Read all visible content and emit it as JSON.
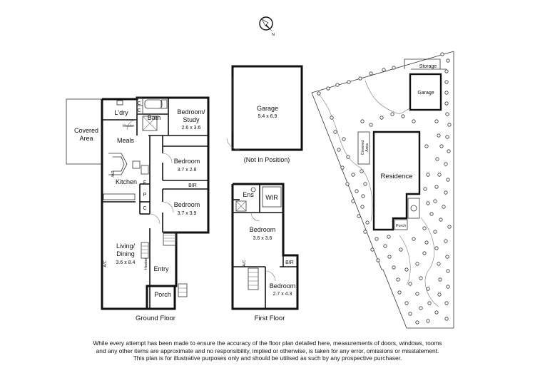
{
  "compass": {
    "north_label": "N",
    "icon": "north-arrow-icon"
  },
  "ground_floor": {
    "title": "Ground Floor",
    "rooms": {
      "laundry": "L'dry",
      "bath": "Bath",
      "bedroom_study_name": "Bedroom/",
      "bedroom_study_name2": "Study",
      "bedroom_study_size": "2.6 x 3.6",
      "heater_top": "Heater",
      "meals": "Meals",
      "covered_area_line1": "Covered",
      "covered_area_line2": "Area",
      "bedroom2_name": "Bedroom",
      "bedroom2_size": "3.7 x 2.8",
      "kitchen": "Kitchen",
      "dw": "DW",
      "bir": "BIR",
      "bedroom3_name": "Bedroom",
      "bedroom3_size": "3.7 x 3.9",
      "living_line1": "Living/",
      "living_line2": "Dining",
      "living_size": "3.6 x 8.4",
      "ac": "A/C",
      "heater_side": "Heater",
      "entry": "Entry",
      "porch": "Porch",
      "cupboard_c": "C",
      "cupboard_f": "F",
      "cupboard_p": "P"
    }
  },
  "garage": {
    "name": "Garage",
    "size": "5.4 x 6.9",
    "note": "(Not In Position)"
  },
  "first_floor": {
    "title": "First Floor",
    "rooms": {
      "ensuite": "Ens",
      "wir": "WIR",
      "bedroom1_name": "Bedroom",
      "bedroom1_size": "3.6 x 3.6",
      "ac": "A/C",
      "bir": "BIR",
      "bedroom2_name": "Bedroom",
      "bedroom2_size": "2.7 x 4.3"
    }
  },
  "site_plan": {
    "storage": "Storage",
    "garage": "Garage",
    "covered_area_line1": "Covered",
    "covered_area_line2": "Area",
    "residence": "Residence",
    "porch": "Porch"
  },
  "disclaimer": {
    "line1": "While every attempt has been made to ensure the accuracy of the floor plan detailed here, measurements of doors, windows, rooms",
    "line2": "and any other items are approximate and no responsibility, implied or otherwise, is taken for any error, omissions or misstatement.",
    "line3": "This plan is for illustrative purposes only and should be utilised as such by any prospective purchaser."
  }
}
